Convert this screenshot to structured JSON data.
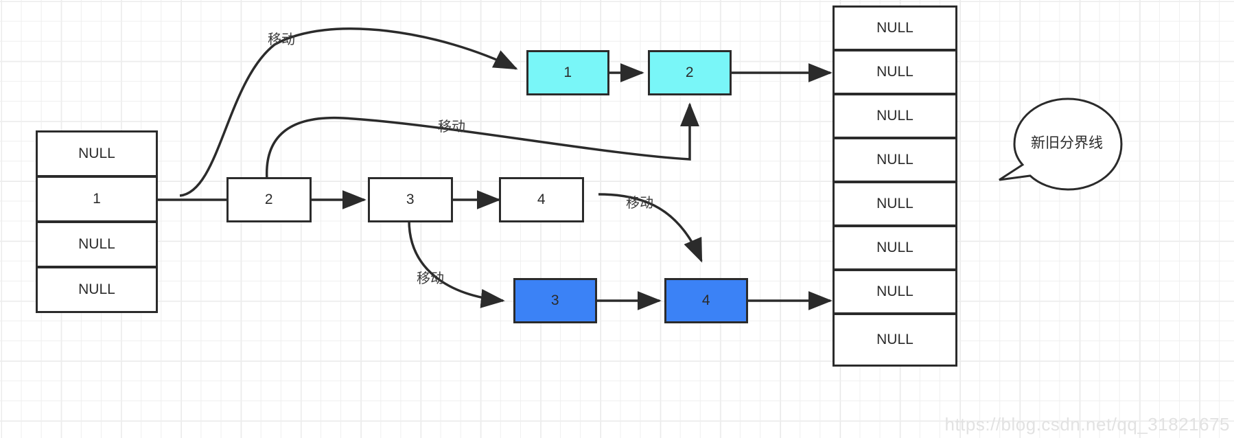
{
  "diagram": {
    "title": "HashMap resize node migration diagram",
    "colors": {
      "stroke": "#2b2b2b",
      "cyan_node": "#79f6f8",
      "blue_node": "#3b82f6",
      "grid": "#efefef",
      "watermark": "#e2e2e2"
    },
    "old_table": {
      "name": "old-bucket-table",
      "cells": [
        {
          "label": "NULL"
        },
        {
          "label": "1"
        },
        {
          "label": "NULL"
        },
        {
          "label": "NULL"
        }
      ]
    },
    "new_table": {
      "name": "new-bucket-table",
      "cells": [
        {
          "label": "NULL"
        },
        {
          "label": "NULL"
        },
        {
          "label": "NULL"
        },
        {
          "label": "NULL"
        },
        {
          "label": "NULL"
        },
        {
          "label": "NULL"
        },
        {
          "label": "NULL"
        },
        {
          "label": "NULL"
        }
      ]
    },
    "old_chain": {
      "name": "old-node-chain",
      "nodes": [
        {
          "label": "2"
        },
        {
          "label": "3"
        },
        {
          "label": "4"
        }
      ]
    },
    "lo_chain": {
      "name": "low-index-chain",
      "nodes": [
        {
          "label": "1"
        },
        {
          "label": "2"
        }
      ]
    },
    "hi_chain": {
      "name": "high-index-chain",
      "nodes": [
        {
          "label": "3"
        },
        {
          "label": "4"
        }
      ]
    },
    "move_labels": [
      {
        "text": "移动"
      },
      {
        "text": "移动"
      },
      {
        "text": "移动"
      },
      {
        "text": "移动"
      }
    ],
    "callout": {
      "text": "新旧分界线"
    },
    "watermark": {
      "text": "https://blog.csdn.net/qq_31821675"
    }
  }
}
